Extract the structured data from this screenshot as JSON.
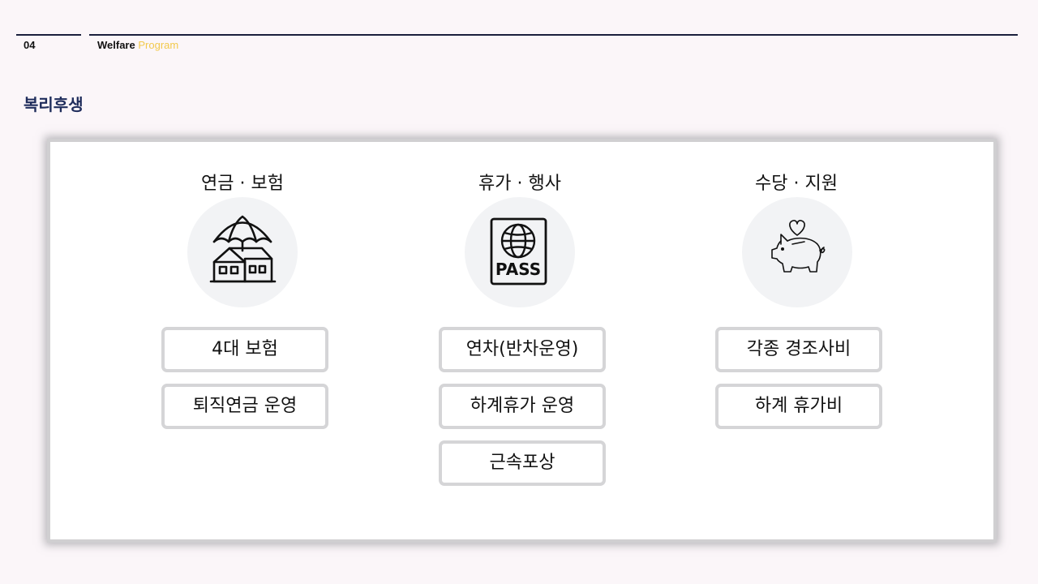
{
  "header": {
    "page_number": "04",
    "title_main": "Welfare",
    "title_accent": "Program",
    "accent_color": "#f2c94c"
  },
  "page_title": "복리후생",
  "categories": [
    {
      "title": "연금 · 보험",
      "icon": "umbrella-house-icon",
      "items": [
        "4대 보험",
        "퇴직연금 운영"
      ]
    },
    {
      "title": "휴가 · 행사",
      "icon": "passport-icon",
      "icon_text": "PASS",
      "items": [
        "연차(반차운영)",
        "하계휴가 운영",
        "근속포상"
      ]
    },
    {
      "title": "수당 · 지원",
      "icon": "piggy-bank-heart-icon",
      "items": [
        "각종 경조사비",
        "하계 휴가비"
      ]
    }
  ]
}
